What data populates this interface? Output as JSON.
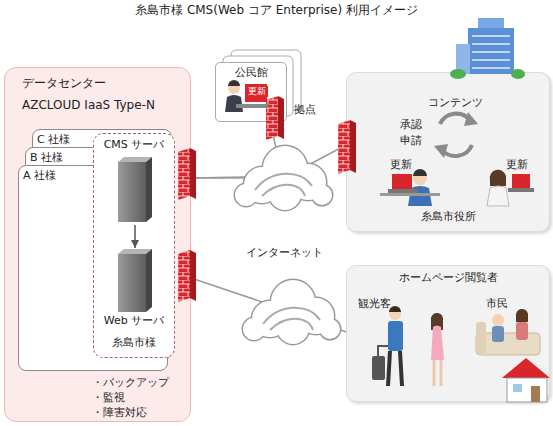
{
  "diagram": {
    "title": "糸島市様 CMS(Web コア Enterprise) 利用イメージ",
    "nodes": [
      {
        "text": [
          "データセンター",
          "AZCLOUD IaaS Type-N"
        ]
      },
      {
        "text": [
          "C 社様"
        ],
        "in": 0
      },
      {
        "text": [
          "B 社様"
        ],
        "in": 0
      },
      {
        "text": [
          "A 社様"
        ],
        "in": 0
      },
      {
        "text": [
          "糸島市様"
        ],
        "in": 0
      },
      {
        "text": [
          "CMS サーバ"
        ],
        "in": 4
      },
      {
        "text": [
          "Web サーバ"
        ],
        "in": 4
      },
      {
        "text": [
          "公民館"
        ]
      },
      {
        "text": [
          "糸島市役所"
        ]
      },
      {
        "text": [
          "ホームページ閲覧者"
        ]
      }
    ],
    "edges": [
      {
        "from": 5,
        "to": 6,
        "arrow": "to"
      },
      {
        "from": 0,
        "to": 7,
        "arrow": "none"
      },
      {
        "from": 0,
        "to": 8,
        "arrow": "none"
      },
      {
        "from": 0,
        "to": 9,
        "arrow": "none"
      }
    ],
    "labels": [
      "・バックアップ",
      "・監視",
      "・障害対応",
      "更新",
      "拠点",
      "インターネット",
      "コンテンツ",
      "承認",
      "申請",
      "更新",
      "更新",
      "観光客",
      "市民"
    ]
  }
}
